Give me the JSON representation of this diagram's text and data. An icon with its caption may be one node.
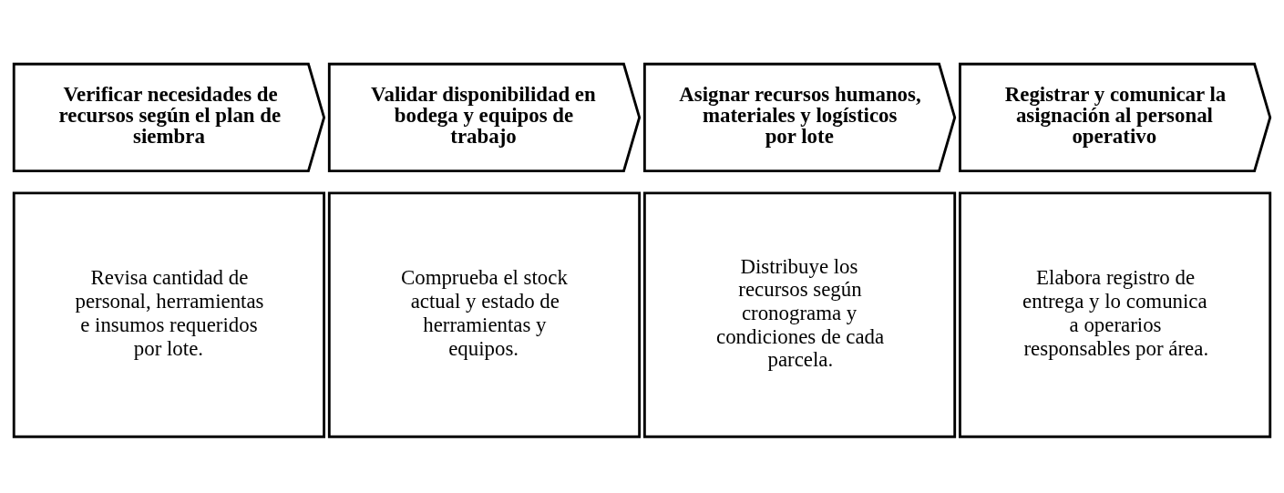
{
  "diagram": {
    "nodes": [
      {
        "text": [
          "Verificar necesidades de recursos según el plan de siembra"
        ]
      },
      {
        "text": [
          "Validar disponibilidad en bodega y equipos de trabajo"
        ]
      },
      {
        "text": [
          "Asignar recursos humanos, materiales y logísticos por lote"
        ]
      },
      {
        "text": [
          "Registrar y comunicar la asignación al personal operativo"
        ]
      },
      {
        "text": [
          "Revisa cantidad de personal, herramientas e insumos requeridos por lote."
        ]
      },
      {
        "text": [
          "Comprueba el stock actual y estado de herramientas y equipos."
        ]
      },
      {
        "text": [
          "Distribuye los recursos según cronograma y condiciones de cada parcela."
        ]
      },
      {
        "text": [
          "Elabora registro de entrega y lo comunica a operarios responsables por área."
        ]
      }
    ]
  }
}
